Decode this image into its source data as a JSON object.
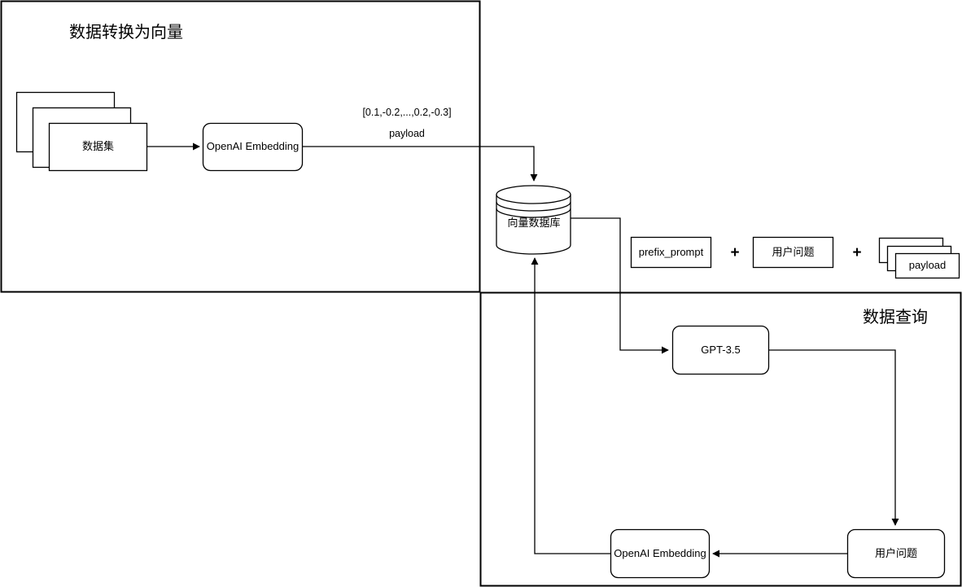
{
  "diagram": {
    "title_ingest": "数据转换为向量",
    "title_query": "数据查询",
    "sections": [
      {
        "name": "ingest",
        "label": "数据转换为向量"
      },
      {
        "name": "query",
        "label": "数据查询"
      }
    ],
    "nodes": {
      "dataset": "数据集",
      "embedding_ingest": "OpenAI Embedding",
      "vector_db": "向量数据库",
      "prefix_prompt": "prefix_prompt",
      "user_question_prompt": "用户问题",
      "payload_stack": "payload",
      "gpt": "GPT-3.5",
      "user_question": "用户问题",
      "embedding_query": "OpenAI Embedding"
    },
    "edge_labels": {
      "vector_line1": "[0.1,-0.2,...,0.2,-0.3]",
      "vector_line2": "payload"
    },
    "operators": {
      "plus_1": "+",
      "plus_2": "+"
    },
    "colors": {
      "stroke": "#000000",
      "background": "#ffffff",
      "text": "#000000"
    }
  }
}
